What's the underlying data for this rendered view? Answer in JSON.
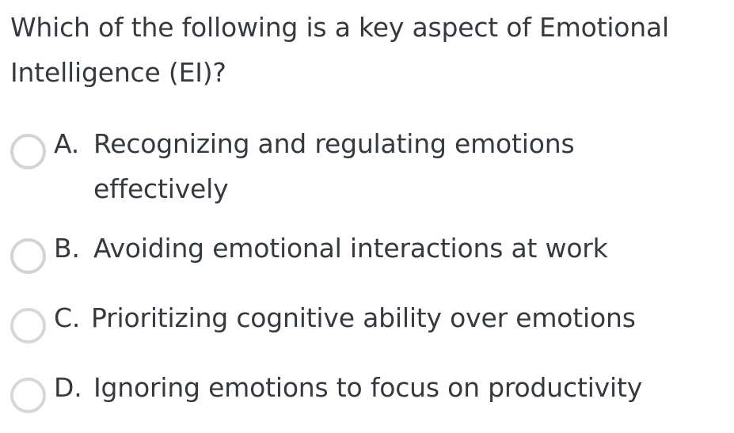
{
  "question": {
    "text": "Which of the following is a key aspect of Emotional Intelligence (EI)?"
  },
  "options": [
    {
      "letter": "A.",
      "text": "Recognizing and regulating emotions effectively",
      "selected": false,
      "radio_icon": "radio-unselected-icon"
    },
    {
      "letter": "B.",
      "text": "Avoiding emotional interactions at work",
      "selected": false,
      "radio_icon": "radio-unselected-icon"
    },
    {
      "letter": "C.",
      "text": "Prioritizing cognitive ability over emotions",
      "selected": false,
      "radio_icon": "radio-unselected-icon"
    },
    {
      "letter": "D.",
      "text": "Ignoring emotions to focus on productivity",
      "selected": false,
      "radio_icon": "radio-unselected-icon"
    }
  ],
  "colors": {
    "background": "#ffffff",
    "text": "#353a40",
    "radio_border": "#d4d4d4"
  }
}
